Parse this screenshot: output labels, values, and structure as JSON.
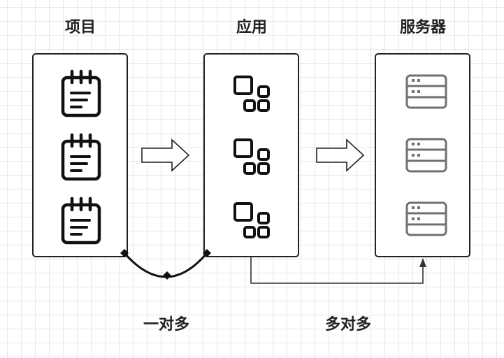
{
  "columns": [
    {
      "title": "项目",
      "icon": "notepad-icon",
      "item_count": 3
    },
    {
      "title": "应用",
      "icon": "app-grid-icon",
      "item_count": 3
    },
    {
      "title": "服务器",
      "icon": "server-icon",
      "item_count": 3
    }
  ],
  "relations": {
    "project_app": "一对多",
    "app_server": "多对多"
  },
  "colors": {
    "stroke": "#222222",
    "server_icon": "#707070",
    "grid": "#e6e6e6"
  }
}
